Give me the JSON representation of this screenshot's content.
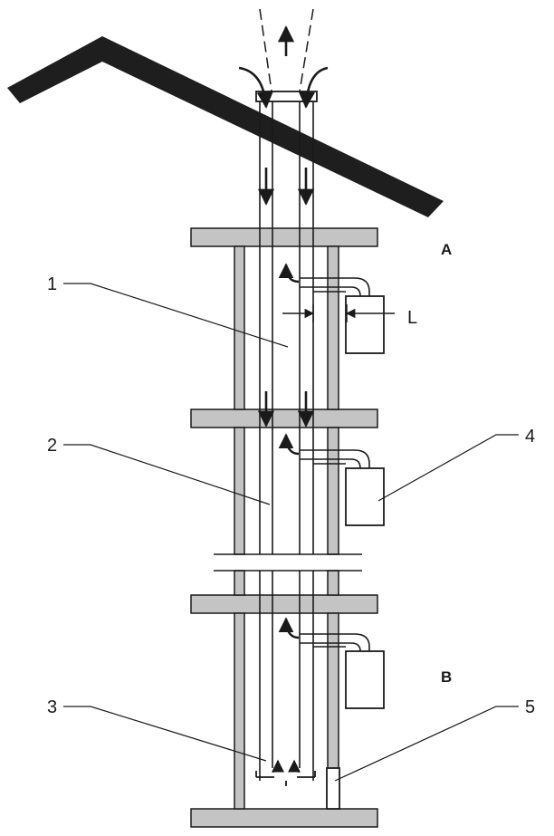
{
  "labels": {
    "n1": "1",
    "n2": "2",
    "n3": "3",
    "n4": "4",
    "n5": "5",
    "zone_a": "A",
    "zone_b": "B",
    "dim_l": "L"
  },
  "colors": {
    "line": "#1a1a1a",
    "floor_fill": "#c4c4c4",
    "roof": "#1e1e1e",
    "background": "#ffffff"
  }
}
